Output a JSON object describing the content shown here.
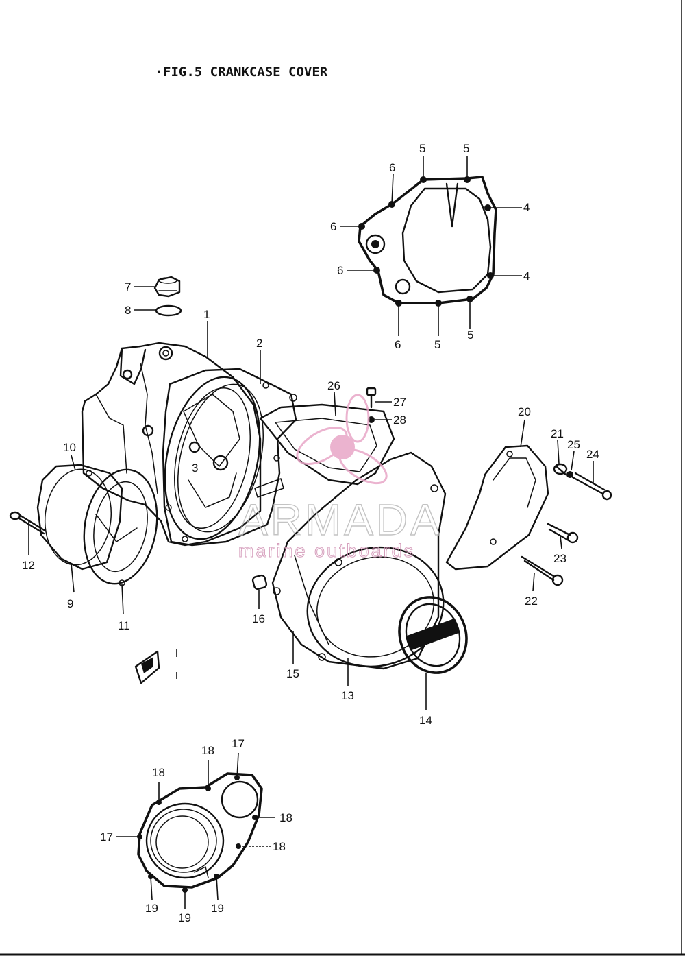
{
  "figure": {
    "title": "FIG.5  CRANKCASE COVER"
  },
  "watermark": {
    "brand": "ARMADA",
    "tagline": "marine outboards"
  },
  "callouts": [
    "1",
    "2",
    "3",
    "4",
    "4",
    "5",
    "5",
    "5",
    "5",
    "6",
    "6",
    "6",
    "6",
    "7",
    "8",
    "9",
    "10",
    "11",
    "12",
    "13",
    "14",
    "15",
    "16",
    "17",
    "17",
    "18",
    "18",
    "18",
    "18",
    "19",
    "19",
    "19",
    "20",
    "21",
    "22",
    "23",
    "24",
    "25",
    "26",
    "27",
    "28"
  ],
  "colors": {
    "ink": "#111111",
    "paper": "#ffffff",
    "watermark_grey": "#b9b9b9",
    "watermark_pink": "#e8a6c7"
  },
  "icons": {
    "watermark_logo": "propeller-logo-icon",
    "direction_marker": "forward-arrow-icon"
  }
}
